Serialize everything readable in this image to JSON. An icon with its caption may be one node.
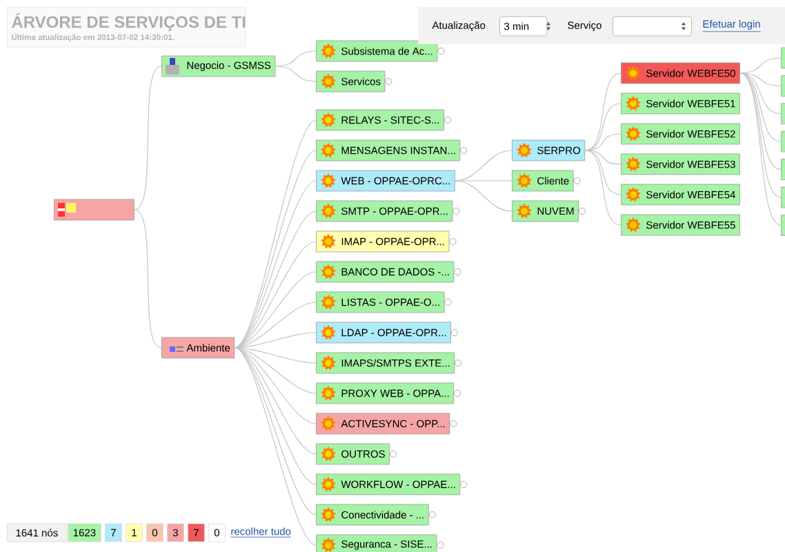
{
  "diagram": {
    "title": "ÁRVORE DE SERVIÇOS DE TI",
    "nodes": [
      {
        "text": [],
        "shape": "box"
      },
      {
        "text": [
          "Negocio - GSMSS"
        ]
      },
      {
        "text": [
          "Subsistema de Ac..."
        ]
      },
      {
        "text": [
          "Servicos"
        ]
      },
      {
        "text": [
          "Ambiente"
        ]
      },
      {
        "text": [
          "RELAYS - SITEC-S..."
        ]
      },
      {
        "text": [
          "MENSAGENS INSTAN..."
        ]
      },
      {
        "text": [
          "WEB - OPPAE-OPRC..."
        ]
      },
      {
        "text": [
          "SMTP - OPPAE-OPR..."
        ]
      },
      {
        "text": [
          "IMAP - OPPAE-OPR..."
        ]
      },
      {
        "text": [
          "BANCO DE DADOS -..."
        ]
      },
      {
        "text": [
          "LISTAS - OPPAE-O..."
        ]
      },
      {
        "text": [
          "LDAP - OPPAE-OPR..."
        ]
      },
      {
        "text": [
          "IMAPS/SMTPS EXTE..."
        ]
      },
      {
        "text": [
          "PROXY WEB - OPPA..."
        ]
      },
      {
        "text": [
          "ACTIVESYNC - OPP..."
        ]
      },
      {
        "text": [
          "OUTROS"
        ]
      },
      {
        "text": [
          "WORKFLOW - OPPAE..."
        ]
      },
      {
        "text": [
          "Conectividade - ..."
        ]
      },
      {
        "text": [
          "Seguranca - SISE..."
        ]
      },
      {
        "text": [
          "SERPRO"
        ]
      },
      {
        "text": [
          "Cliente"
        ]
      },
      {
        "text": [
          "NUVEM"
        ]
      },
      {
        "text": [
          "Servidor WEBFE50"
        ]
      },
      {
        "text": [
          "Servidor WEBFE51"
        ]
      },
      {
        "text": [
          "Servidor WEBFE52"
        ]
      },
      {
        "text": [
          "Servidor WEBFE53"
        ]
      },
      {
        "text": [
          "Servidor WEBFE54"
        ]
      },
      {
        "text": [
          "Servidor WEBFE55"
        ]
      },
      {
        "text": [],
        "shape": "box"
      },
      {
        "text": [],
        "shape": "box"
      },
      {
        "text": [],
        "shape": "box"
      },
      {
        "text": [],
        "shape": "box"
      },
      {
        "text": [],
        "shape": "box"
      },
      {
        "text": [],
        "shape": "box"
      },
      {
        "text": [],
        "shape": "box"
      }
    ],
    "edges": [
      {
        "from": 0,
        "to": 1,
        "arrow": "none"
      },
      {
        "from": 0,
        "to": 4,
        "arrow": "none"
      },
      {
        "from": 1,
        "to": 2,
        "arrow": "none"
      },
      {
        "from": 1,
        "to": 3,
        "arrow": "none"
      },
      {
        "from": 4,
        "to": 5,
        "arrow": "none"
      },
      {
        "from": 4,
        "to": 6,
        "arrow": "none"
      },
      {
        "from": 4,
        "to": 7,
        "arrow": "none"
      },
      {
        "from": 4,
        "to": 8,
        "arrow": "none"
      },
      {
        "from": 4,
        "to": 9,
        "arrow": "none"
      },
      {
        "from": 4,
        "to": 10,
        "arrow": "none"
      },
      {
        "from": 4,
        "to": 11,
        "arrow": "none"
      },
      {
        "from": 4,
        "to": 12,
        "arrow": "none"
      },
      {
        "from": 4,
        "to": 13,
        "arrow": "none"
      },
      {
        "from": 4,
        "to": 14,
        "arrow": "none"
      },
      {
        "from": 4,
        "to": 15,
        "arrow": "none"
      },
      {
        "from": 4,
        "to": 16,
        "arrow": "none"
      },
      {
        "from": 4,
        "to": 17,
        "arrow": "none"
      },
      {
        "from": 4,
        "to": 18,
        "arrow": "none"
      },
      {
        "from": 4,
        "to": 19,
        "arrow": "none"
      },
      {
        "from": 7,
        "to": 20,
        "arrow": "none"
      },
      {
        "from": 7,
        "to": 21,
        "arrow": "none"
      },
      {
        "from": 7,
        "to": 22,
        "arrow": "none"
      },
      {
        "from": 20,
        "to": 23,
        "arrow": "none"
      },
      {
        "from": 20,
        "to": 24,
        "arrow": "none"
      },
      {
        "from": 20,
        "to": 25,
        "arrow": "none"
      },
      {
        "from": 20,
        "to": 26,
        "arrow": "none"
      },
      {
        "from": 20,
        "to": 27,
        "arrow": "none"
      },
      {
        "from": 20,
        "to": 28,
        "arrow": "none"
      },
      {
        "from": 23,
        "to": 29,
        "arrow": "none"
      },
      {
        "from": 23,
        "to": 30,
        "arrow": "none"
      },
      {
        "from": 23,
        "to": 31,
        "arrow": "none"
      },
      {
        "from": 23,
        "to": 32,
        "arrow": "none"
      },
      {
        "from": 23,
        "to": 33,
        "arrow": "none"
      },
      {
        "from": 23,
        "to": 34,
        "arrow": "none"
      },
      {
        "from": 23,
        "to": 35,
        "arrow": "none"
      }
    ],
    "labels": [
      "Última atualização em 2013-07-02 14:30:01.",
      "Atualização",
      "3 min",
      "Serviço",
      "Efetuar login",
      "1641 nós",
      "1623",
      "7",
      "1",
      "0",
      "3",
      "7",
      "0",
      "recolher tudo"
    ]
  }
}
